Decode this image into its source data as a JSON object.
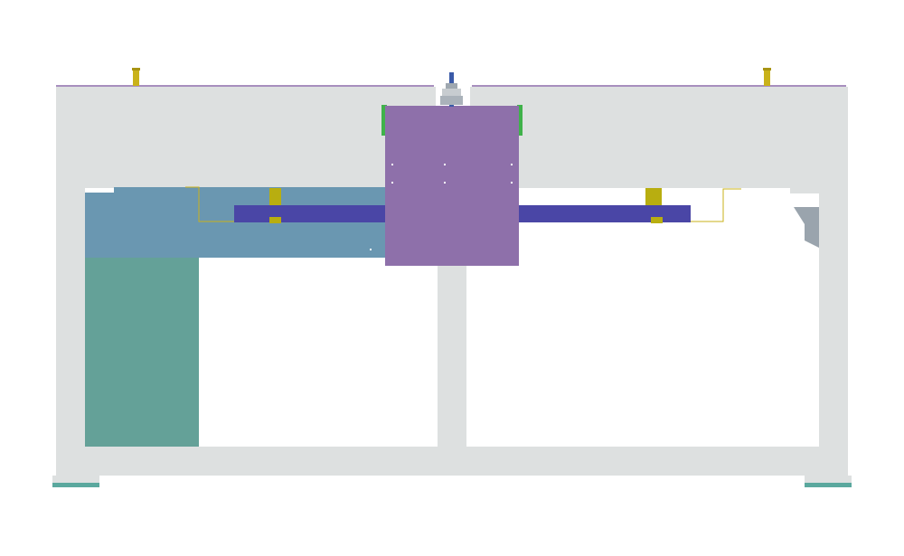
{
  "view": {
    "kind": "cad-front-elevation",
    "background": "#ffffff"
  },
  "palette": {
    "frame": "#dde0e0",
    "frame_edge": "#cfd3d3",
    "carriage": "#8e70aa",
    "beam": "#4a46a6",
    "blue_panel": "#6a97b1",
    "teal_panel": "#64a198",
    "foot_accent": "#5aa89e",
    "bracket": "#9aa4ad",
    "bolt": "#b8ae10",
    "wire": "#c9b21a",
    "top_rail": "#8a6aa8",
    "shaft": "#3a5aa8",
    "green_bits": "#3fb24a"
  },
  "parts": [
    "frame",
    "top-rail",
    "carriage",
    "cross-beam",
    "blue-panel",
    "teal-panel",
    "center-column",
    "feet",
    "bolts",
    "wires"
  ]
}
